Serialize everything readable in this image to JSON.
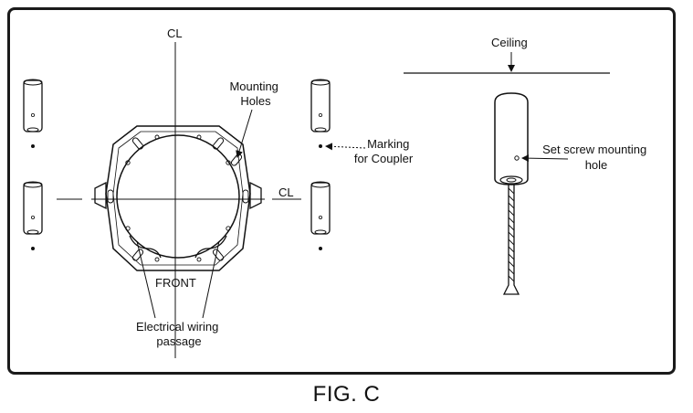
{
  "figure": {
    "caption": "FIG. C"
  },
  "left_diagram": {
    "vertical_centerline_label": "CL",
    "horizontal_centerline_label": "CL",
    "mounting_holes_label_line1": "Mounting",
    "mounting_holes_label_line2": "Holes",
    "coupler_mark_label_line1": "Marking",
    "coupler_mark_label_line2": "for Coupler",
    "front_label": "FRONT",
    "wiring_label_line1": "Electrical wiring",
    "wiring_label_line2": "passage"
  },
  "right_diagram": {
    "ceiling_label": "Ceiling",
    "set_screw_label_line1": "Set screw mounting",
    "set_screw_label_line2": "hole"
  },
  "colors": {
    "line": "#111111",
    "frame": "#1a1a1a",
    "background": "#ffffff"
  }
}
